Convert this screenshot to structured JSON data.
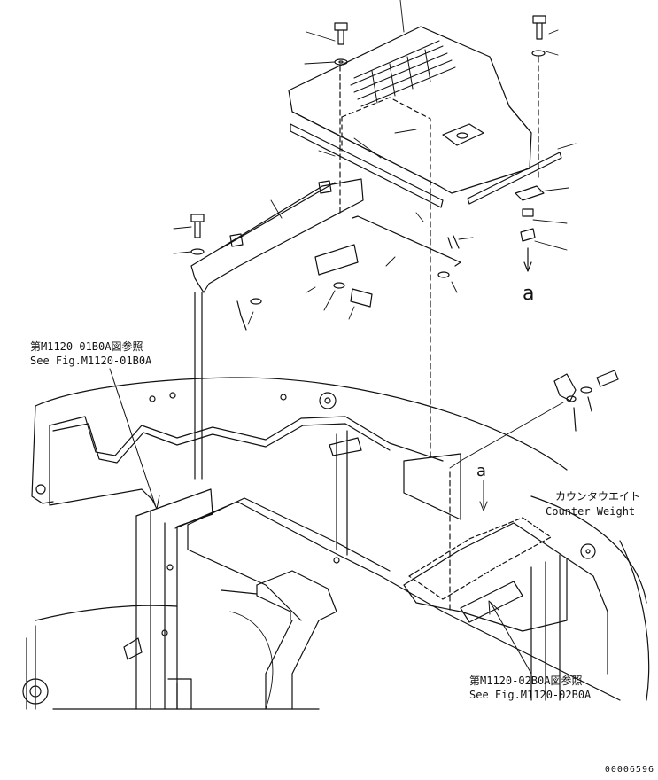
{
  "references": {
    "ref_top_jp": "第M1120-01B0A図参照",
    "ref_top_en": "See Fig.M1120-01B0A",
    "ref_bottom_jp": "第M1120-02B0A図参照",
    "ref_bottom_en": "See Fig.M1120-02B0A"
  },
  "labels": {
    "counterweight_jp": "カウンタウエイト",
    "counterweight_en": "Counter Weight",
    "view_mark": "a",
    "view_mark_2": "a"
  },
  "drawing_number": "00006596"
}
